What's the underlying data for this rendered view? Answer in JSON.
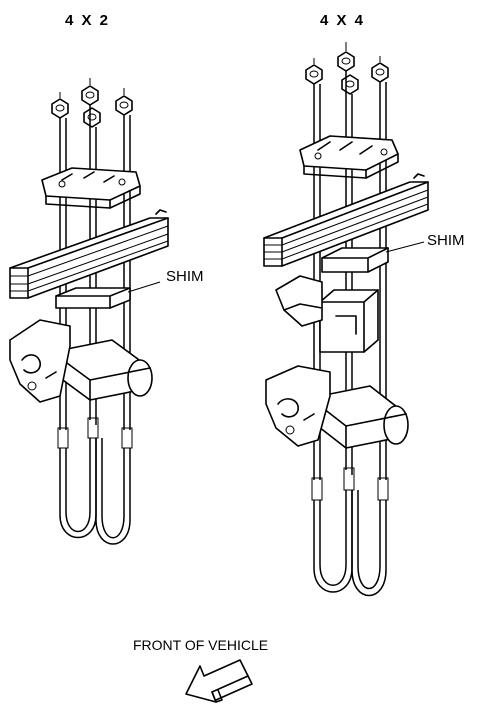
{
  "labels": {
    "title_left": "4 X 2",
    "title_right": "4 X 4",
    "shim_left": "SHIM",
    "shim_right": "SHIM",
    "front": "FRONT OF VEHICLE"
  },
  "icons": {
    "nut": "hex-nut-icon",
    "direction": "front-direction-arrow-icon"
  },
  "colors": {
    "line": "#000000",
    "background": "#ffffff"
  }
}
